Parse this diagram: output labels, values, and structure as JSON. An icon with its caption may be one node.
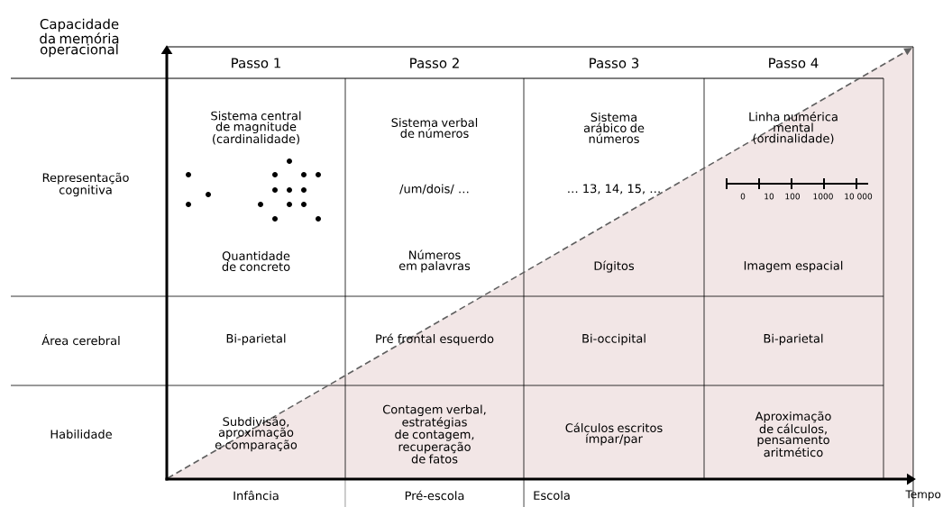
{
  "diagram": {
    "labels": [
      "Capacidade da memória operacional",
      "Passo 1",
      "Passo 2",
      "Passo 3",
      "Passo 4",
      "Representação cognitiva",
      "Sistema central de magnitude (cardinalidade)",
      "Quantidade de concreto",
      "Sistema verbal de números",
      "/um/dois/ …",
      "Números em palavras",
      "Sistema arábico de números",
      "… 13, 14, 15, …",
      "Dígitos",
      "Linha numérica mental (ordinalidade)",
      "0",
      "10",
      "100",
      "1000",
      "10 000",
      "Imagem espacial",
      "Área cerebral",
      "Bi-parietal",
      "Pré frontal esquerdo",
      "Bi-occipital",
      "Bi-parietal",
      "Habilidade",
      "Subdivisão, aproximação e comparação",
      "Contagem verbal, estratégias de contagem, recuperação de fatos",
      "Cálculos escritos ímpar/par",
      "Aproximação de cálculos, pensamento aritmético",
      "Infância",
      "Pré-escola",
      "Escola",
      "Tempo"
    ]
  }
}
